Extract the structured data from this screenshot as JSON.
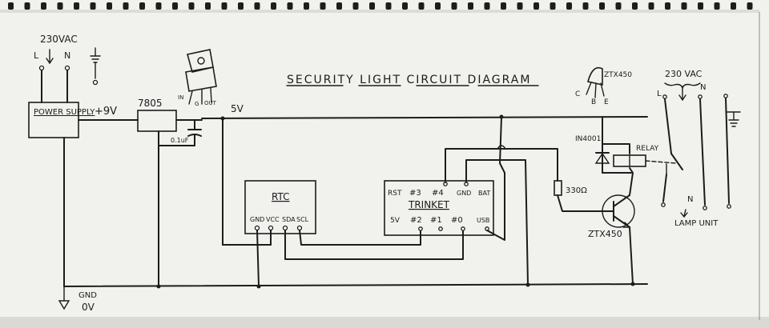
{
  "title": "SECURITY LIGHT CIRCUIT DIAGRAM",
  "mains_left": "230VAC",
  "mains_right": "230 VAC",
  "live": "L",
  "neutral": "N",
  "power_supply": "POWER SUPPLY",
  "plus9v": "+9V",
  "regulator": "7805",
  "reg_in": "IN",
  "reg_gnd": "G",
  "reg_out": "OUT",
  "rail_5v": "5V",
  "capacitor": "0.1uF",
  "rtc": {
    "label": "RTC",
    "pins": [
      "GND",
      "VCC",
      "SDA",
      "SCL"
    ]
  },
  "trinket": {
    "label": "TRINKET",
    "top_pins": [
      "RST",
      "#3",
      "#4",
      "GND",
      "BAT"
    ],
    "bottom_pins": [
      "5V",
      "#2",
      "#1",
      "#0",
      "USB"
    ]
  },
  "transistor_label": "ZTX450",
  "transistor_pins": [
    "C",
    "B",
    "E"
  ],
  "transistor_ref": "ZTX450",
  "diode": "IN4001",
  "relay": "RELAY",
  "resistor": "330Ω",
  "lamp_unit": "LAMP UNIT",
  "gnd": "GND",
  "zero_v": "0V"
}
